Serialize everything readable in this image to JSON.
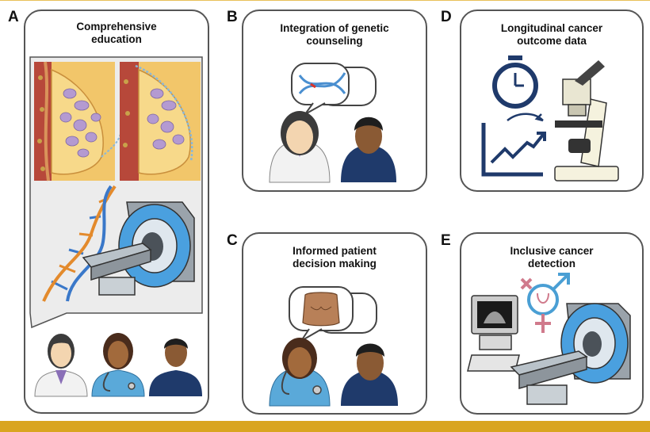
{
  "panels": {
    "a": {
      "letter": "A",
      "title_line1": "Comprehensive",
      "title_line2": "education"
    },
    "b": {
      "letter": "B",
      "title_line1": "Integration of genetic",
      "title_line2": "counseling"
    },
    "c": {
      "letter": "C",
      "title_line1": "Informed patient",
      "title_line2": "decision making"
    },
    "d": {
      "letter": "D",
      "title_line1": "Longitudinal cancer",
      "title_line2": "outcome data"
    },
    "e": {
      "letter": "E",
      "title_line1": "Inclusive cancer",
      "title_line2": "detection"
    }
  },
  "colors": {
    "accent_bar": "#d9a520",
    "panel_border": "#555555",
    "navy": "#1f3a6b",
    "shirt_blue": "#2b4a85",
    "scrub_blue": "#5aa9d9",
    "skin_light": "#f3d5b0",
    "skin_medium": "#a26a3c",
    "skin_dark": "#8a5a34",
    "breast_tissue": "#f0c060",
    "mri_blue": "#4aa0df"
  },
  "icons": [
    "breast-anatomy-icon",
    "dna-helix-icon",
    "mri-scanner-icon",
    "doctor-icon",
    "nurse-icon",
    "patient-icon",
    "speech-bubble-icon",
    "stopwatch-icon",
    "growth-chart-icon",
    "microscope-icon",
    "torso-icon",
    "gender-symbols-icon",
    "ultrasound-monitor-icon"
  ]
}
